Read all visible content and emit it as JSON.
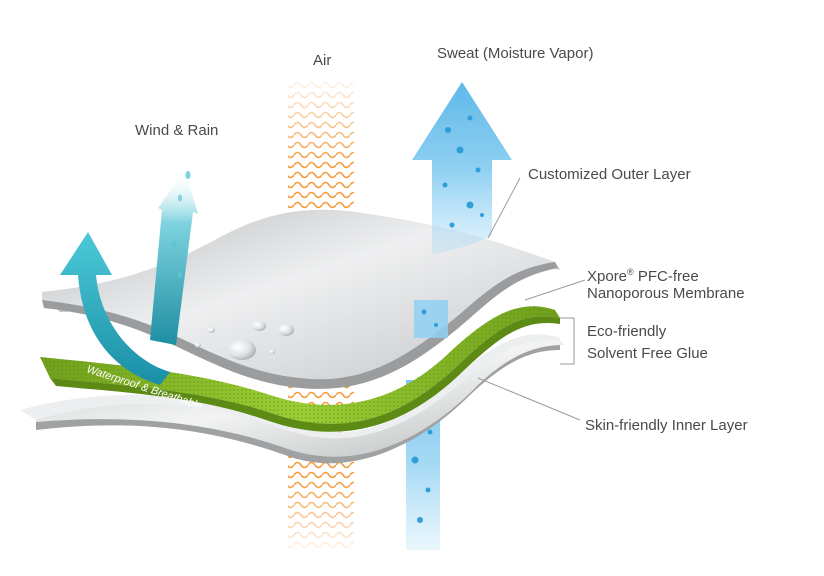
{
  "labels": {
    "air": "Air",
    "sweat": "Sweat (Moisture Vapor)",
    "wind_rain": "Wind & Rain",
    "outer_layer": "Customized Outer Layer",
    "membrane_line1_brand": "Xpore",
    "membrane_line1_mark": "®",
    "membrane_line1_rest": " PFC-free",
    "membrane_line2": "Nanoporous Membrane",
    "glue_line1": "Eco-friendly",
    "glue_line2": "Solvent Free Glue",
    "inner_layer": "Skin-friendly Inner Layer",
    "membrane_surface_text": "Waterproof & Breathable"
  },
  "colors": {
    "text": "#4a4a4a",
    "layer_fabric": "#d9dadb",
    "layer_shadow": "#9fa1a3",
    "membrane_green": "#8cbf2a",
    "air_orange": "#f39a3c",
    "sweat_blue": "#7cc7ef",
    "wind_teal": "#2fb3c6",
    "leader_line": "#9a9a9a"
  },
  "icons": [
    "sweat-arrow-icon",
    "wind-arrow-icon",
    "rain-arrow-icon",
    "air-waves-icon",
    "water-droplet-icon"
  ]
}
